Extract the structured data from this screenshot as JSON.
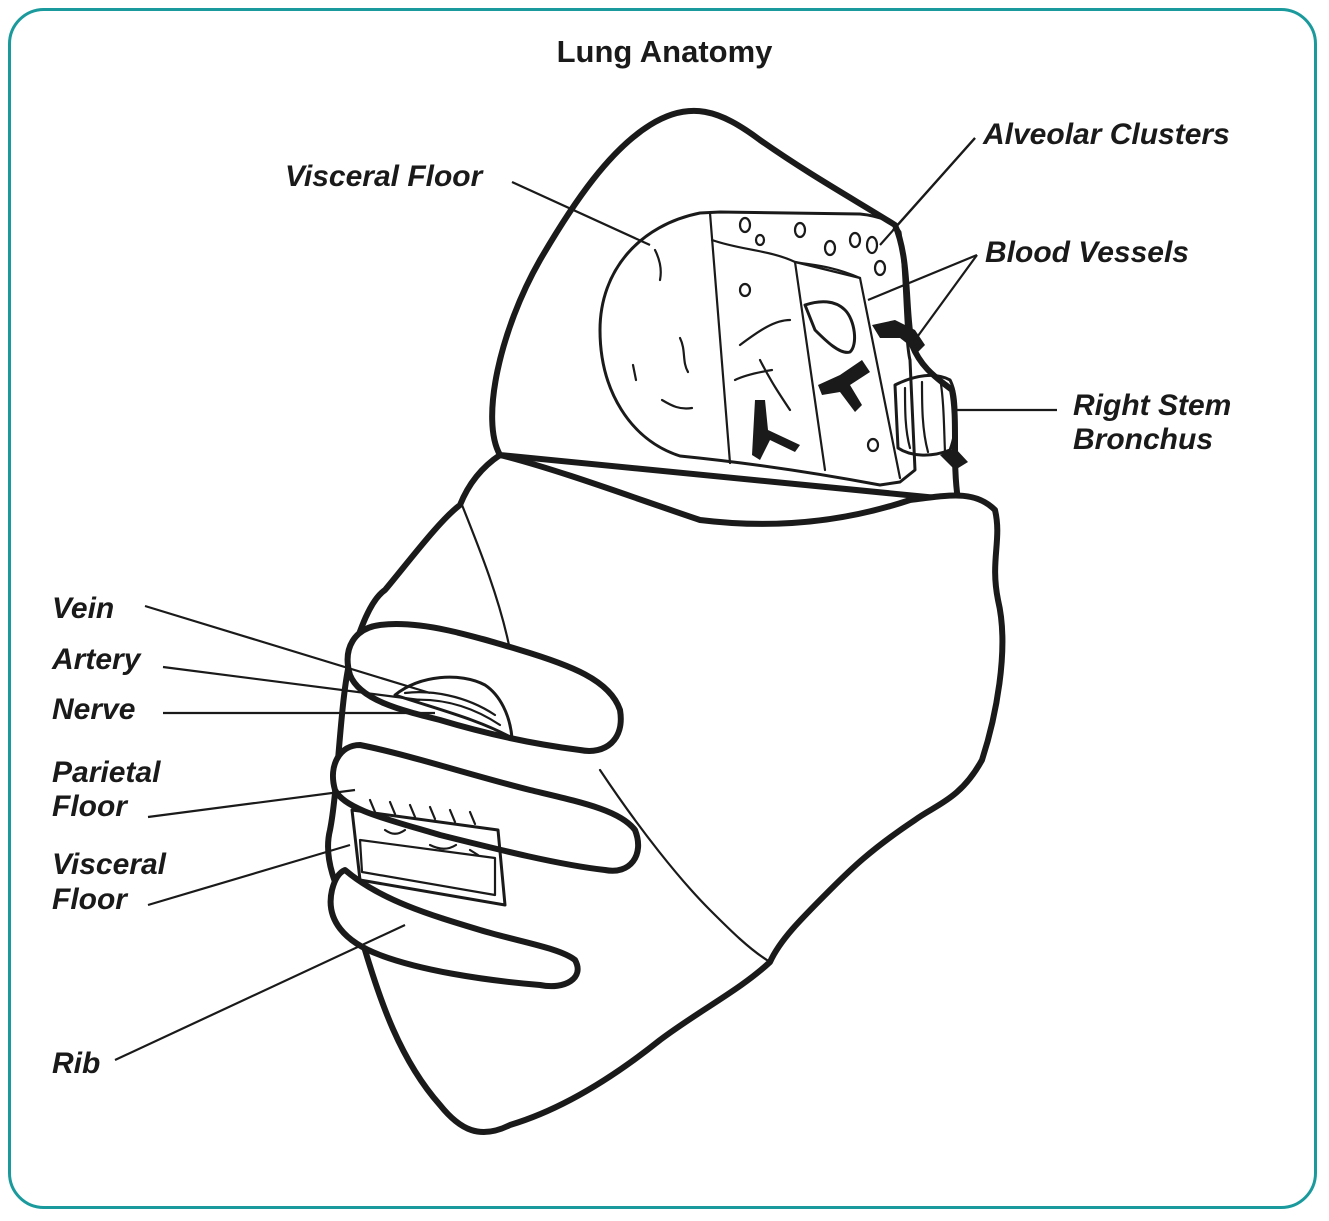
{
  "title": "Lung Anatomy",
  "labels": {
    "visceral_floor_top": "Visceral Floor",
    "alveolar_clusters": "Alveolar Clusters",
    "blood_vessels": "Blood Vessels",
    "right_stem_bronchus_1": "Right Stem",
    "right_stem_bronchus_2": "Bronchus",
    "vein": "Vein",
    "artery": "Artery",
    "nerve": "Nerve",
    "parietal_floor_1": "Parietal",
    "parietal_floor_2": "Floor",
    "visceral_floor_bottom_1": "Visceral",
    "visceral_floor_bottom_2": "Floor",
    "rib": "Rib"
  },
  "colors": {
    "frame": "#1a9a9c",
    "ink": "#1a1a1a"
  }
}
